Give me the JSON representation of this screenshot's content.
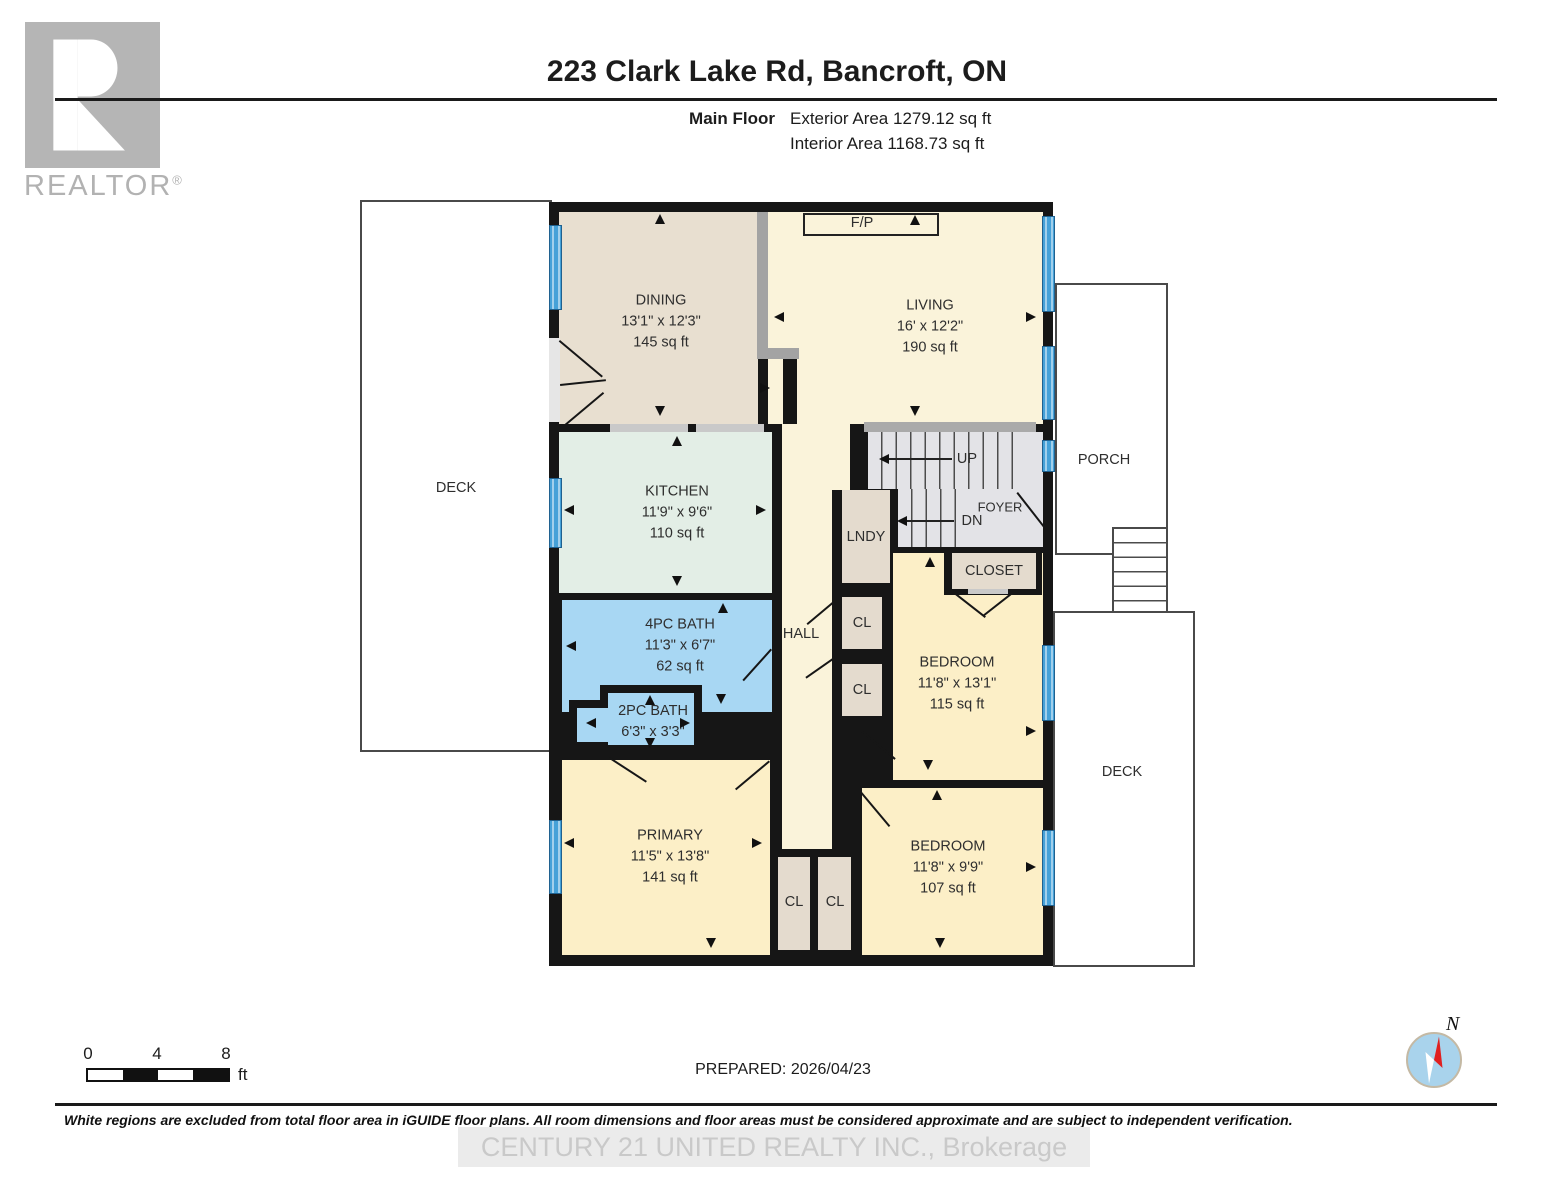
{
  "brand": {
    "logo_text": "REALTOR",
    "reg": "®"
  },
  "header": {
    "title": "223 Clark Lake Rd, Bancroft, ON",
    "floor_label": "Main Floor",
    "exterior": "Exterior Area 1279.12 sq ft",
    "interior": "Interior Area 1168.73 sq ft"
  },
  "rooms": {
    "dining": {
      "name": "DINING",
      "dim": "13'1\" x 12'3\"",
      "area": "145 sq ft"
    },
    "living": {
      "name": "LIVING",
      "dim": "16' x 12'2\"",
      "area": "190 sq ft"
    },
    "kitchen": {
      "name": "KITCHEN",
      "dim": "11'9\" x 9'6\"",
      "area": "110 sq ft"
    },
    "bath4": {
      "name": "4PC BATH",
      "dim": "11'3\" x 6'7\"",
      "area": "62 sq ft"
    },
    "bath2": {
      "name": "2PC BATH",
      "dim": "6'3\" x 3'3\""
    },
    "primary": {
      "name": "PRIMARY",
      "dim": "11'5\" x 13'8\"",
      "area": "141 sq ft"
    },
    "bedroom1": {
      "name": "BEDROOM",
      "dim": "11'8\" x 13'1\"",
      "area": "115 sq ft"
    },
    "bedroom2": {
      "name": "BEDROOM",
      "dim": "11'8\" x 9'9\"",
      "area": "107 sq ft"
    },
    "hall": "HALL",
    "lndy": "LNDY",
    "foyer": "FOYER",
    "closet": "CLOSET",
    "cl": "CL",
    "fp": "F/P",
    "up": "UP",
    "dn": "DN",
    "porch": "PORCH",
    "deck": "DECK"
  },
  "scale_bar": {
    "t0": "0",
    "t4": "4",
    "t8": "8",
    "unit": "ft"
  },
  "prepared": "PREPARED: 2026/04/23",
  "compass": {
    "north": "N"
  },
  "footer": {
    "disclaimer": "White regions are excluded from total floor area in iGUIDE floor plans. All room dimensions and floor areas must be considered approximate and are subject to independent verification.",
    "watermark": "CENTURY 21 UNITED REALTY INC., Brokerage"
  },
  "colors": {
    "wall": "#161616",
    "window": "#45a1d8",
    "dining": "#e8dfd0",
    "living": "#faf3da",
    "kitchen": "#e3eee6",
    "bath": "#a8d7f3",
    "bedroom": "#fcefc7",
    "closet": "#e4dbce",
    "stairs": "#e3e3e7",
    "compass_needle": "#e02020"
  }
}
